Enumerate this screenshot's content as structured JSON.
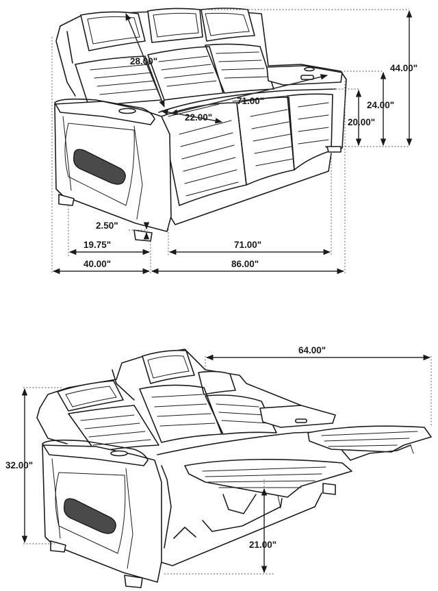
{
  "top_view": {
    "overall_height": "44.00\"",
    "back_depth": "28.00\"",
    "arm_height": "24.00\"",
    "seat_width": "71.00\"",
    "seat_height": "20.00\"",
    "seat_depth": "22.00\"",
    "leg_height": "2.50\"",
    "side_seat_depth": "19.75\"",
    "overall_depth": "40.00\"",
    "inner_width": "71.00\"",
    "overall_width": "86.00\""
  },
  "bottom_view": {
    "reclined_extension": "64.00\"",
    "reclined_height": "32.00\"",
    "footrest_height": "21.00\""
  },
  "colors": {
    "line": "#1a1a1a",
    "dark_panel": "#4a4a4a"
  }
}
